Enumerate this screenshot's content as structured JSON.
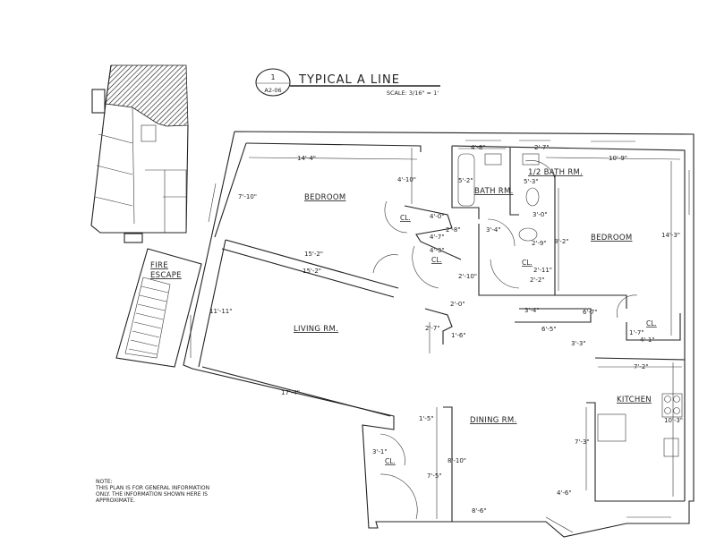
{
  "title": {
    "number": "1",
    "sheet": "A2-06",
    "text": "TYPICAL A LINE",
    "scale": "SCALE: 3/16\" = 1'"
  },
  "rooms": {
    "bedroom_1": "BEDROOM",
    "living": "LIVING RM.",
    "bath": "BATH RM.",
    "half_bath": "1/2 BATH RM.",
    "bedroom_2": "BEDROOM",
    "dining": "DINING RM.",
    "kitchen": "KITCHEN",
    "closet": "CL.",
    "fire_escape_1": "FIRE",
    "fire_escape_2": "ESCAPE"
  },
  "dims": [
    "14'-4\"",
    "4'-10\"",
    "7'-10\"",
    "15'-2\"",
    "15'-2\"",
    "11'-11\"",
    "17'-4\"",
    "4'-0\"",
    "2'-8\"",
    "4'-7\"",
    "4'-3\"",
    "2'-10\"",
    "2'-0\"",
    "2'-7\"",
    "1'-6\"",
    "3'-4\"",
    "4'-8\"",
    "2'-7\"",
    "10'-9\"",
    "5'-2\"",
    "5'-3\"",
    "3'-0\"",
    "2'-9\"",
    "8'-2\"",
    "2'-11\"",
    "2'-2\"",
    "14'-3\"",
    "3'-4\"",
    "6'-7\"",
    "6'-5\"",
    "1'-7\"",
    "4'-1\"",
    "3'-3\"",
    "7'-2\"",
    "10'-3\"",
    "7'-3\"",
    "4'-6\"",
    "8'-6\"",
    "1'-5\"",
    "3'-1\"",
    "8'-10\"",
    "7'-5\""
  ],
  "note": {
    "heading": "NOTE:",
    "line1": "THIS PLAN IS FOR GENERAL INFORMATION",
    "line2": "ONLY. THE INFORMATION SHOWN HERE IS",
    "line3": "APPROXIMATE."
  }
}
